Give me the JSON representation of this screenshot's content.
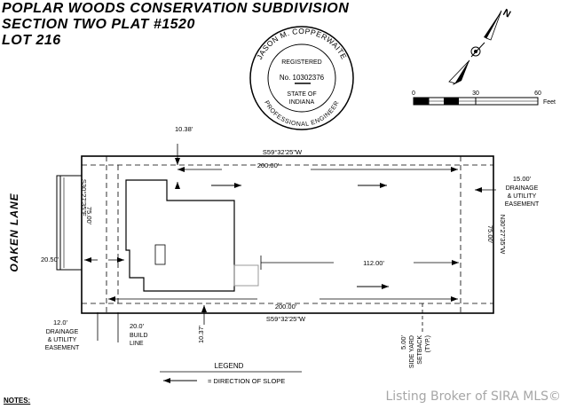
{
  "title": {
    "line1": "POPLAR WOODS CONSERVATION SUBDIVISION",
    "line2": "SECTION TWO PLAT #1520",
    "line3": "LOT 216"
  },
  "seal": {
    "name": "JASON M. COPPERWAITE",
    "registered": "REGISTERED",
    "number": "No. 10302376",
    "state_of": "STATE OF",
    "state": "INDIANA",
    "profession": "PROFESSIONAL ENGINEER"
  },
  "north": {
    "label": "N"
  },
  "scale": {
    "ticks": [
      "0",
      "30",
      "60"
    ],
    "unit": "Feet"
  },
  "street": {
    "name": "OAKEN LANE"
  },
  "dimensions": {
    "top_bearing": "S59°32'25\"W",
    "top_length": "200.00'",
    "bottom_length": "200.00'",
    "bottom_bearing": "S59°32'25\"W",
    "left_bearing": "S30°27'35\"E",
    "left_length": "75.00'",
    "right_length": "75.00'",
    "right_bearing": "N30°27'35\"W",
    "interior_length": "112.00'",
    "front_setback": "20.50'",
    "top_offset": "10.38'",
    "bottom_offset": "10.37'"
  },
  "callouts": {
    "rear_easement": [
      "15.00'",
      "DRAINAGE",
      "& UTILITY",
      "EASEMENT"
    ],
    "front_easement": [
      "12.0'",
      "DRAINAGE",
      "& UTILITY",
      "EASEMENT"
    ],
    "build_line": [
      "20.0'",
      "BUILD",
      "LINE"
    ],
    "side_setback": [
      "5.00'",
      "SIDE YARD",
      "SETBACK",
      "(TYP.)"
    ]
  },
  "legend": {
    "title": "LEGEND",
    "item": "= DIRECTION OF SLOPE"
  },
  "notes": "NOTES:",
  "watermark": "Listing Broker of SIRA MLS©"
}
